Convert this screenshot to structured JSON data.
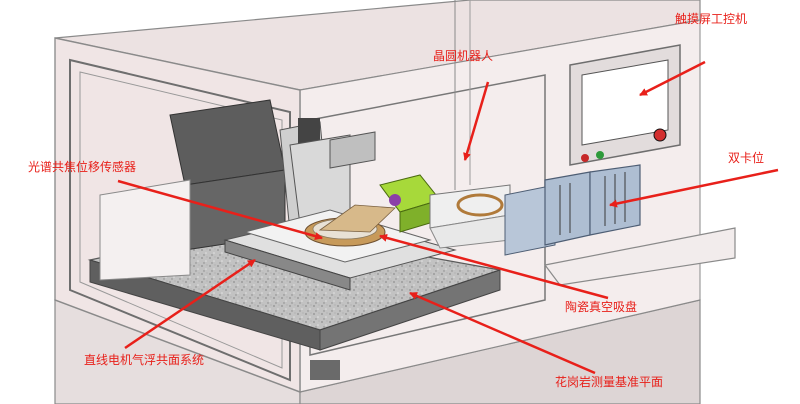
{
  "callouts": {
    "touchscreen_pc": "触摸屏工控机",
    "wafer_robot": "晶圆机器人",
    "confocal_sensor": "光谱共焦位移传感器",
    "dual_cassette": "双卡位",
    "ceramic_vacuum_chuck": "陶瓷真空吸盘",
    "linear_motor_air_bearing": "直线电机气浮共面系统",
    "granite_reference_plane": "花岗岩测量基准平面"
  },
  "colors": {
    "callout_text": "#e8201a",
    "arrow": "#e8201a",
    "enclosure_frame": "#8a8a8a",
    "enclosure_glass": "#efe3e3",
    "granite": "#b9b9b9",
    "robot_module": "#a7d93a",
    "robot_accent": "#8b3fa8",
    "screen": "#ffffff"
  },
  "icons": {
    "touchscreen_buttons": [
      "red-button-icon",
      "green-button-icon",
      "emergency-stop-icon"
    ]
  }
}
